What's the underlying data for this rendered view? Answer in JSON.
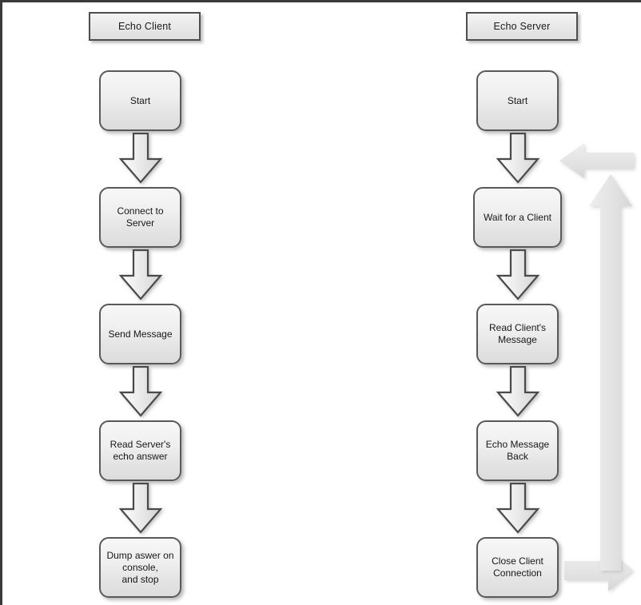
{
  "diagram": {
    "title": "Echo Client / Echo Server flowchart",
    "colors": {
      "node_border": "#595959",
      "node_fill_top": "#f7f7f7",
      "node_fill_bottom": "#dcdcdc",
      "arrow_outline": "#4a4a4a",
      "loop_arrow_fill": "#e2e2e2",
      "frame": "#3a3a3a",
      "text": "#171717"
    }
  },
  "lanes": [
    {
      "id": "client",
      "header": "Echo Client",
      "nodes": [
        {
          "id": "client-start",
          "lines": [
            "Start"
          ]
        },
        {
          "id": "client-connect",
          "lines": [
            "Connect to",
            "Server"
          ]
        },
        {
          "id": "client-send",
          "lines": [
            "Send Message"
          ]
        },
        {
          "id": "client-read",
          "lines": [
            "Read Server's",
            "echo answer"
          ]
        },
        {
          "id": "client-dump",
          "lines": [
            "Dump aswer on",
            "console,",
            "and stop"
          ]
        }
      ],
      "connectors": [
        {
          "id": "client-arrow-1",
          "from": "client-start",
          "to": "client-connect"
        },
        {
          "id": "client-arrow-2",
          "from": "client-connect",
          "to": "client-send"
        },
        {
          "id": "client-arrow-3",
          "from": "client-send",
          "to": "client-read"
        },
        {
          "id": "client-arrow-4",
          "from": "client-read",
          "to": "client-dump"
        }
      ]
    },
    {
      "id": "server",
      "header": "Echo Server",
      "nodes": [
        {
          "id": "server-start",
          "lines": [
            "Start"
          ]
        },
        {
          "id": "server-wait",
          "lines": [
            "Wait for a Client"
          ]
        },
        {
          "id": "server-read",
          "lines": [
            "Read Client's",
            "Message"
          ]
        },
        {
          "id": "server-echo",
          "lines": [
            "Echo Message",
            "Back"
          ]
        },
        {
          "id": "server-close",
          "lines": [
            "Close Client",
            "Connection"
          ]
        }
      ],
      "connectors": [
        {
          "id": "server-arrow-1",
          "from": "server-start",
          "to": "server-wait"
        },
        {
          "id": "server-arrow-2",
          "from": "server-wait",
          "to": "server-read"
        },
        {
          "id": "server-arrow-3",
          "from": "server-read",
          "to": "server-echo"
        },
        {
          "id": "server-arrow-4",
          "from": "server-echo",
          "to": "server-close"
        }
      ]
    }
  ],
  "loop": {
    "id": "server-loop",
    "description": "Close Client Connection loops back to Wait for a Client",
    "segments": [
      {
        "id": "loop-right",
        "direction": "right",
        "from": "server-close"
      },
      {
        "id": "loop-up",
        "direction": "up"
      },
      {
        "id": "loop-left",
        "direction": "left",
        "to": "server-wait"
      }
    ]
  }
}
